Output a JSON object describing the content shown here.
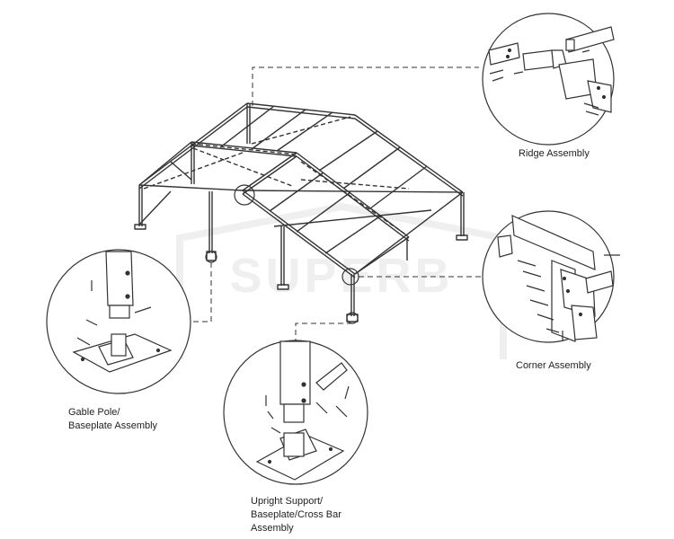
{
  "watermark": "SUPERB",
  "labels": {
    "ridge": "Ridge Assembly",
    "corner": "Corner Assembly",
    "gable_line1": "Gable Pole/",
    "gable_line2": "Baseplate Assembly",
    "upright_line1": "Upright Support/",
    "upright_line2": "Baseplate/Cross Bar",
    "upright_line3": "Assembly"
  }
}
